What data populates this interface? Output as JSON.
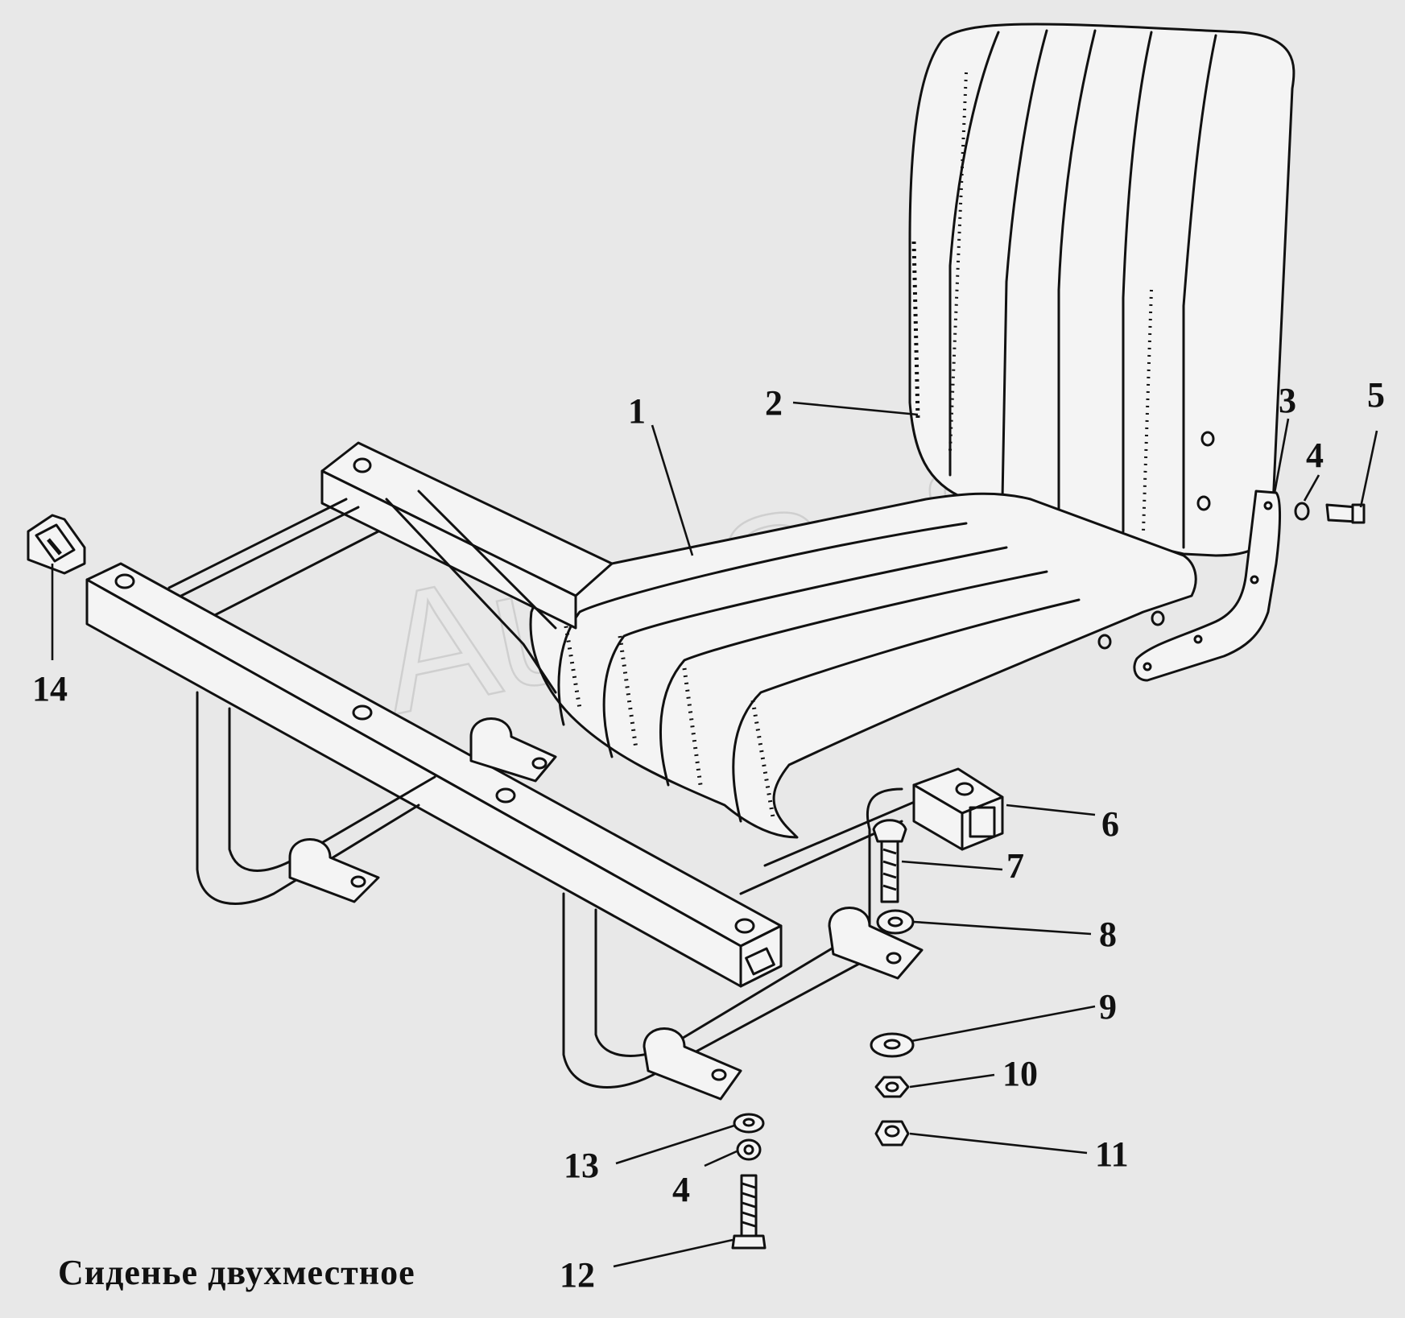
{
  "figure": {
    "caption": "Сиденье двухместное",
    "watermark": "AutoSoft"
  },
  "callouts": [
    {
      "id": "c1",
      "label": "1"
    },
    {
      "id": "c2",
      "label": "2"
    },
    {
      "id": "c3",
      "label": "3"
    },
    {
      "id": "c4a",
      "label": "4"
    },
    {
      "id": "c5",
      "label": "5"
    },
    {
      "id": "c6",
      "label": "6"
    },
    {
      "id": "c7",
      "label": "7"
    },
    {
      "id": "c8",
      "label": "8"
    },
    {
      "id": "c9",
      "label": "9"
    },
    {
      "id": "c10",
      "label": "10"
    },
    {
      "id": "c11",
      "label": "11"
    },
    {
      "id": "c13",
      "label": "13"
    },
    {
      "id": "c4b",
      "label": "4"
    },
    {
      "id": "c12",
      "label": "12"
    },
    {
      "id": "c14",
      "label": "14"
    }
  ]
}
